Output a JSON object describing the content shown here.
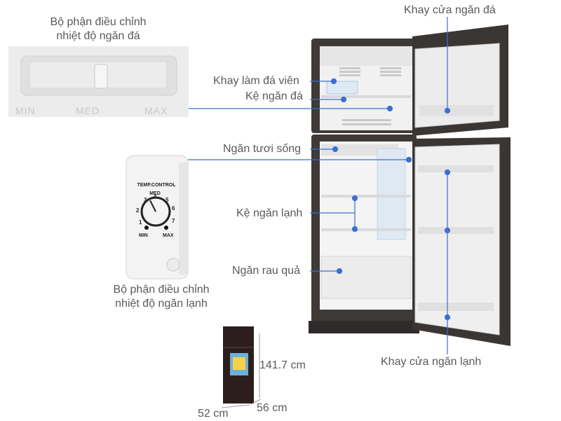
{
  "labels": {
    "freezer_control": "Bộ phận điều chỉnh\nnhiệt độ ngăn đá",
    "fridge_control": "Bộ phận điều chỉnh\nnhiệt độ ngăn lạnh",
    "ice_tray": "Khay làm đá viên",
    "freezer_shelf": "Kệ ngăn đá",
    "fresh_compartment": "Ngăn tươi sống",
    "fridge_shelf": "Kệ ngăn lạnh",
    "vegetable_drawer": "Ngăn rau quả",
    "freezer_door_tray": "Khay cửa ngăn đá",
    "fridge_door_tray": "Khay cửa ngăn lạnh"
  },
  "slider": {
    "min": "MIN",
    "med": "MED",
    "max": "MAX"
  },
  "dial": {
    "title": "TEMP.CONTROL",
    "med": "MED",
    "numbers": [
      "1",
      "2",
      "3",
      "4",
      "5",
      "6",
      "7"
    ],
    "min": "MIN",
    "max": "MAX"
  },
  "dimensions": {
    "height": "141.7 cm",
    "width": "52 cm",
    "depth": "56 cm"
  },
  "colors": {
    "leader": "#3b6fd4",
    "text": "#5a5a5a",
    "fridge_body": "#3d3a38"
  }
}
